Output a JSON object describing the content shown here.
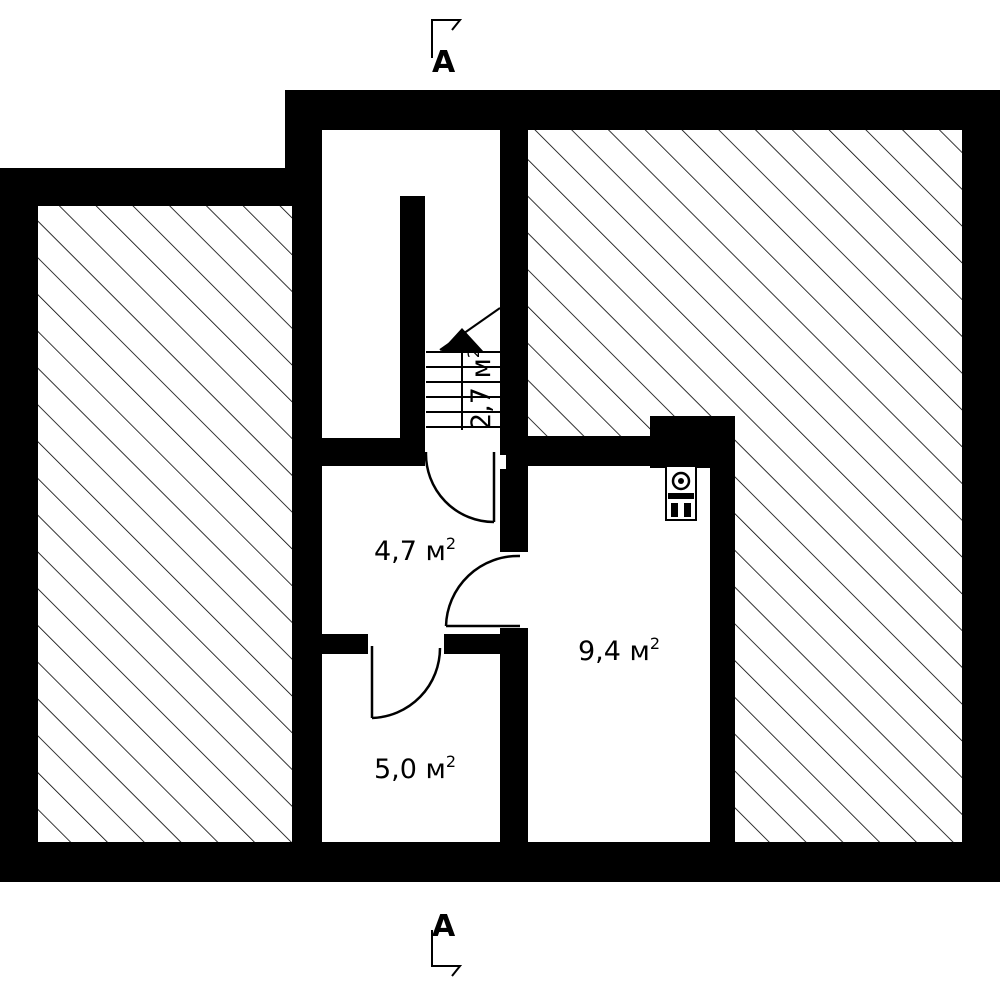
{
  "section_marks": {
    "top": "A",
    "bottom": "A"
  },
  "rooms": {
    "stair": {
      "area": "2,7",
      "unit": "м",
      "power": "2"
    },
    "hall": {
      "area": "4,7",
      "unit": "м",
      "power": "2"
    },
    "bath": {
      "area": "5,0",
      "unit": "м",
      "power": "2"
    },
    "boiler": {
      "area": "9,4",
      "unit": "м",
      "power": "2"
    }
  }
}
